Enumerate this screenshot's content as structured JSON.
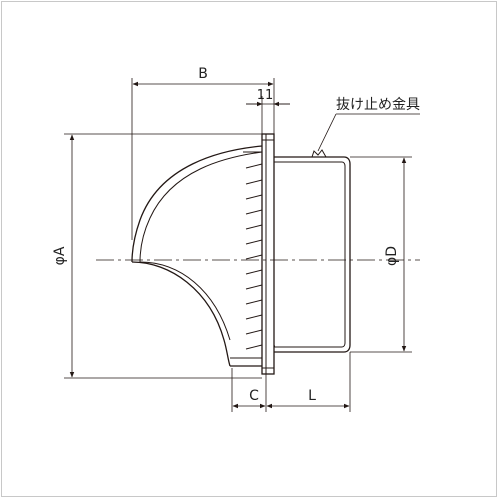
{
  "drawing": {
    "labels": {
      "B": "B",
      "eleven": "11",
      "phiA": "φA",
      "phiD": "φD",
      "C": "C",
      "L": "L",
      "retainer": "抜け止め金具"
    },
    "colors": {
      "line": "#231815",
      "dimension": "#231815",
      "frame": "#c8c8c8"
    }
  }
}
